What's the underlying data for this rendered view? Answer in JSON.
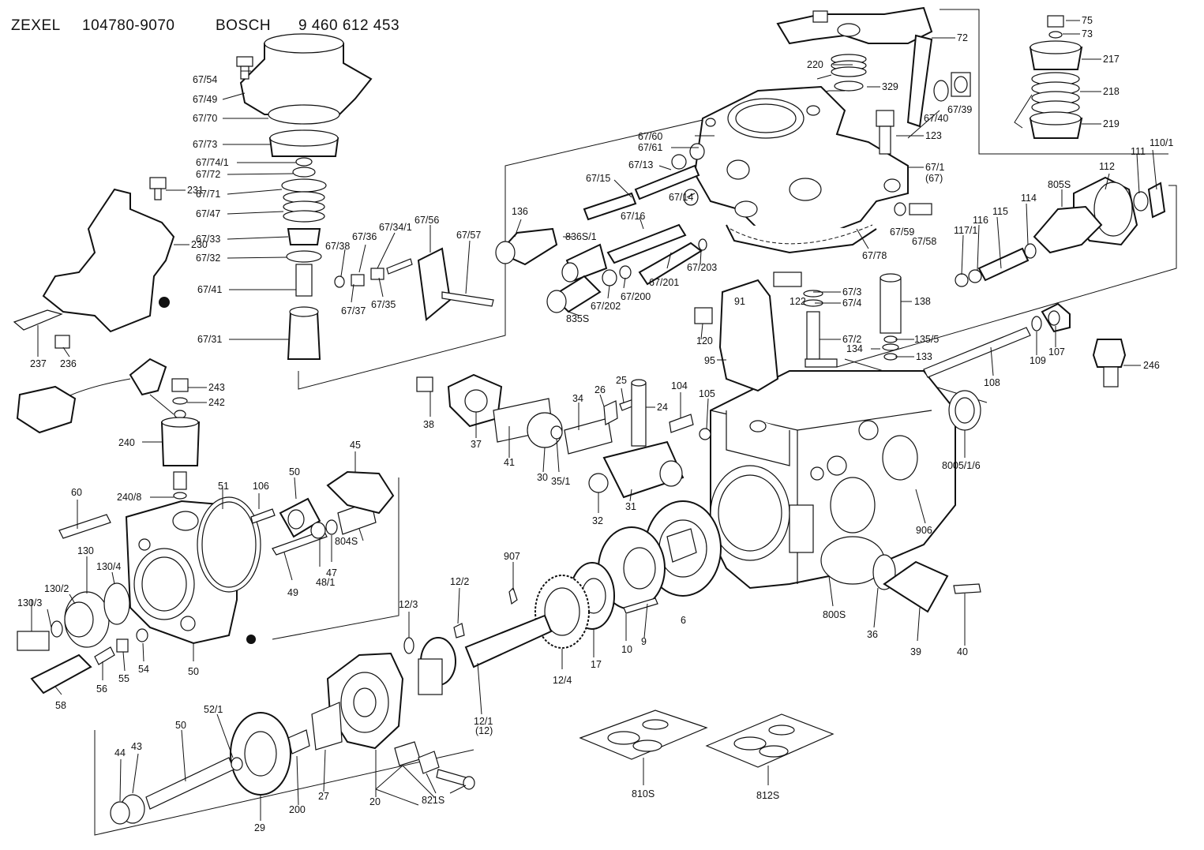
{
  "header": {
    "brand1": "ZEXEL",
    "part1": "104780-9070",
    "brand2": "BOSCH",
    "part2": "9 460 612 453"
  },
  "callouts": [
    {
      "id": "75",
      "label": "75"
    },
    {
      "id": "73",
      "label": "73"
    },
    {
      "id": "72",
      "label": "72"
    },
    {
      "id": "217",
      "label": "217"
    },
    {
      "id": "218",
      "label": "218"
    },
    {
      "id": "219",
      "label": "219"
    },
    {
      "id": "220",
      "label": "220"
    },
    {
      "id": "329",
      "label": "329"
    },
    {
      "id": "67-40",
      "label": "67/40"
    },
    {
      "id": "67-39",
      "label": "67/39"
    },
    {
      "id": "123",
      "label": "123"
    },
    {
      "id": "67-60",
      "label": "67/60"
    },
    {
      "id": "67-61",
      "label": "67/61"
    },
    {
      "id": "67-13",
      "label": "67/13"
    },
    {
      "id": "67-15",
      "label": "67/15"
    },
    {
      "id": "67-14",
      "label": "67/14"
    },
    {
      "id": "67-16",
      "label": "67/16"
    },
    {
      "id": "67-1",
      "label": "67/1"
    },
    {
      "id": "67",
      "label": "(67)"
    },
    {
      "id": "112",
      "label": "112"
    },
    {
      "id": "111",
      "label": "111"
    },
    {
      "id": "110-1",
      "label": "110/1"
    },
    {
      "id": "805s",
      "label": "805S"
    },
    {
      "id": "114",
      "label": "114"
    },
    {
      "id": "115",
      "label": "115"
    },
    {
      "id": "116",
      "label": "116"
    },
    {
      "id": "117-1",
      "label": "117/1"
    },
    {
      "id": "67-59",
      "label": "67/59"
    },
    {
      "id": "67-58",
      "label": "67/58"
    },
    {
      "id": "67-78",
      "label": "67/78"
    },
    {
      "id": "136",
      "label": "136"
    },
    {
      "id": "836s-1",
      "label": "836S/1"
    },
    {
      "id": "67-201",
      "label": "67/201"
    },
    {
      "id": "67-203",
      "label": "67/203"
    },
    {
      "id": "67-200",
      "label": "67/200"
    },
    {
      "id": "67-202",
      "label": "67/202"
    },
    {
      "id": "835s",
      "label": "835S"
    },
    {
      "id": "67-54",
      "label": "67/54"
    },
    {
      "id": "67-49",
      "label": "67/49"
    },
    {
      "id": "67-70",
      "label": "67/70"
    },
    {
      "id": "67-73",
      "label": "67/73"
    },
    {
      "id": "67-74-1",
      "label": "67/74/1"
    },
    {
      "id": "67-72",
      "label": "67/72"
    },
    {
      "id": "67-71",
      "label": "67/71"
    },
    {
      "id": "67-47",
      "label": "67/47"
    },
    {
      "id": "67-33",
      "label": "67/33"
    },
    {
      "id": "67-32",
      "label": "67/32"
    },
    {
      "id": "67-41",
      "label": "67/41"
    },
    {
      "id": "67-31",
      "label": "67/31"
    },
    {
      "id": "67-38",
      "label": "67/38"
    },
    {
      "id": "67-36",
      "label": "67/36"
    },
    {
      "id": "67-34-1",
      "label": "67/34/1"
    },
    {
      "id": "67-56",
      "label": "67/56"
    },
    {
      "id": "67-57",
      "label": "67/57"
    },
    {
      "id": "67-37",
      "label": "67/37"
    },
    {
      "id": "67-35",
      "label": "67/35"
    },
    {
      "id": "231",
      "label": "231"
    },
    {
      "id": "230",
      "label": "230"
    },
    {
      "id": "237",
      "label": "237"
    },
    {
      "id": "236",
      "label": "236"
    },
    {
      "id": "243",
      "label": "243"
    },
    {
      "id": "242",
      "label": "242"
    },
    {
      "id": "240",
      "label": "240"
    },
    {
      "id": "240-8",
      "label": "240/8"
    },
    {
      "id": "60",
      "label": "60"
    },
    {
      "id": "51",
      "label": "51"
    },
    {
      "id": "106",
      "label": "106"
    },
    {
      "id": "50a",
      "label": "50"
    },
    {
      "id": "45",
      "label": "45"
    },
    {
      "id": "130",
      "label": "130"
    },
    {
      "id": "130-4",
      "label": "130/4"
    },
    {
      "id": "130-2",
      "label": "130/2"
    },
    {
      "id": "130-3",
      "label": "130/3"
    },
    {
      "id": "804s",
      "label": "804S"
    },
    {
      "id": "47",
      "label": "47"
    },
    {
      "id": "48-1",
      "label": "48/1"
    },
    {
      "id": "49",
      "label": "49"
    },
    {
      "id": "50b",
      "label": "50"
    },
    {
      "id": "54",
      "label": "54"
    },
    {
      "id": "55",
      "label": "55"
    },
    {
      "id": "56",
      "label": "56"
    },
    {
      "id": "58",
      "label": "58"
    },
    {
      "id": "120",
      "label": "120"
    },
    {
      "id": "91",
      "label": "91"
    },
    {
      "id": "95",
      "label": "95"
    },
    {
      "id": "122",
      "label": "122"
    },
    {
      "id": "67-3",
      "label": "67/3"
    },
    {
      "id": "67-4",
      "label": "67/4"
    },
    {
      "id": "67-2",
      "label": "67/2"
    },
    {
      "id": "138",
      "label": "138"
    },
    {
      "id": "135-5",
      "label": "135/5"
    },
    {
      "id": "134",
      "label": "134"
    },
    {
      "id": "133",
      "label": "133"
    },
    {
      "id": "108",
      "label": "108"
    },
    {
      "id": "109",
      "label": "109"
    },
    {
      "id": "107",
      "label": "107"
    },
    {
      "id": "246",
      "label": "246"
    },
    {
      "id": "38",
      "label": "38"
    },
    {
      "id": "37",
      "label": "37"
    },
    {
      "id": "41",
      "label": "41"
    },
    {
      "id": "30",
      "label": "30"
    },
    {
      "id": "35-1",
      "label": "35/1"
    },
    {
      "id": "34",
      "label": "34"
    },
    {
      "id": "26",
      "label": "26"
    },
    {
      "id": "25",
      "label": "25"
    },
    {
      "id": "24",
      "label": "24"
    },
    {
      "id": "104",
      "label": "104"
    },
    {
      "id": "105",
      "label": "105"
    },
    {
      "id": "32",
      "label": "32"
    },
    {
      "id": "31",
      "label": "31"
    },
    {
      "id": "8005-1-6",
      "label": "8005/1/6"
    },
    {
      "id": "906",
      "label": "906"
    },
    {
      "id": "907",
      "label": "907"
    },
    {
      "id": "12-2",
      "label": "12/2"
    },
    {
      "id": "12-3",
      "label": "12/3"
    },
    {
      "id": "12-4",
      "label": "12/4"
    },
    {
      "id": "12-1",
      "label": "12/1"
    },
    {
      "id": "12",
      "label": "(12)"
    },
    {
      "id": "17",
      "label": "17"
    },
    {
      "id": "10",
      "label": "10"
    },
    {
      "id": "9",
      "label": "9"
    },
    {
      "id": "6",
      "label": "6"
    },
    {
      "id": "800s",
      "label": "800S"
    },
    {
      "id": "36",
      "label": "36"
    },
    {
      "id": "39",
      "label": "39"
    },
    {
      "id": "40",
      "label": "40"
    },
    {
      "id": "52-1",
      "label": "52/1"
    },
    {
      "id": "50c",
      "label": "50"
    },
    {
      "id": "44",
      "label": "44"
    },
    {
      "id": "43",
      "label": "43"
    },
    {
      "id": "29",
      "label": "29"
    },
    {
      "id": "200",
      "label": "200"
    },
    {
      "id": "27",
      "label": "27"
    },
    {
      "id": "20",
      "label": "20"
    },
    {
      "id": "821s",
      "label": "821S"
    },
    {
      "id": "810s",
      "label": "810S"
    },
    {
      "id": "812s",
      "label": "812S"
    }
  ]
}
